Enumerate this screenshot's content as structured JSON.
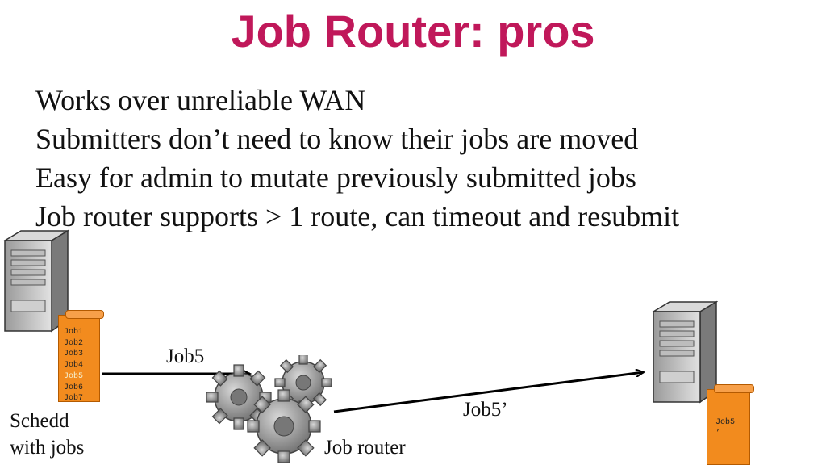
{
  "title": "Job Router: pros",
  "bullets": [
    "Works over unreliable WAN",
    "Submitters don’t need to know their jobs are moved",
    "Easy for admin to mutate previously submitted jobs",
    "Job router supports > 1 route, can timeout and resubmit"
  ],
  "schedd": {
    "label_line1": "Schedd",
    "label_line2": "with jobs",
    "jobs": [
      "Job1",
      "Job2",
      "Job3",
      "Job4",
      "Job5",
      "Job6",
      "Job7"
    ]
  },
  "flow_labels": {
    "to_router": "Job5",
    "to_remote": "Job5’"
  },
  "router": {
    "label": "Job router"
  },
  "remote": {
    "queue_line1": "Job5",
    "queue_line2": "’"
  },
  "colors": {
    "title": "#c0185a",
    "scroll": "#f28b1e"
  }
}
